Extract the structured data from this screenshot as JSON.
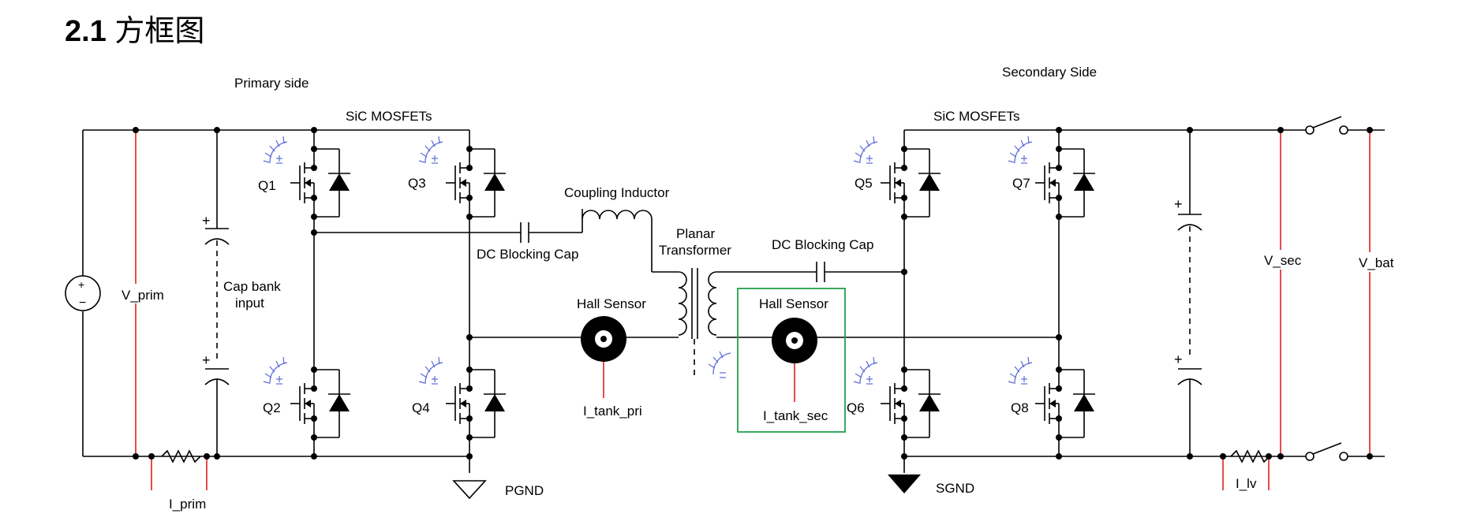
{
  "section": {
    "number": "2.1",
    "title": "方框图"
  },
  "labels": {
    "primary_side": "Primary side",
    "secondary_side": "Secondary Side",
    "sic_mosfets_primary": "SiC MOSFETs",
    "sic_mosfets_secondary": "SiC MOSFETs",
    "coupling_inductor": "Coupling Inductor",
    "planar_transformer_line1": "Planar",
    "planar_transformer_line2": "Transformer",
    "dc_blocking_cap_primary": "DC Blocking Cap",
    "dc_blocking_cap_secondary": "DC Blocking Cap",
    "hall_sensor_primary": "Hall Sensor",
    "hall_sensor_secondary": "Hall Sensor",
    "i_tank_pri": "I_tank_pri",
    "i_tank_sec": "I_tank_sec",
    "cap_bank_line1": "Cap bank",
    "cap_bank_line2": "input",
    "v_prim": "V_prim",
    "i_prim": "I_prim",
    "v_sec": "V_sec",
    "v_bat": "V_bat",
    "i_lv": "I_lv",
    "pgnd": "PGND",
    "sgnd": "SGND",
    "q1": "Q1",
    "q2": "Q2",
    "q3": "Q3",
    "q4": "Q4",
    "q5": "Q5",
    "q6": "Q6",
    "q7": "Q7",
    "q8": "Q8"
  },
  "colors": {
    "wire": "#000000",
    "sense": "#e02020",
    "highlight": "#22a04b",
    "gate_fan": "#5b6bd8"
  }
}
